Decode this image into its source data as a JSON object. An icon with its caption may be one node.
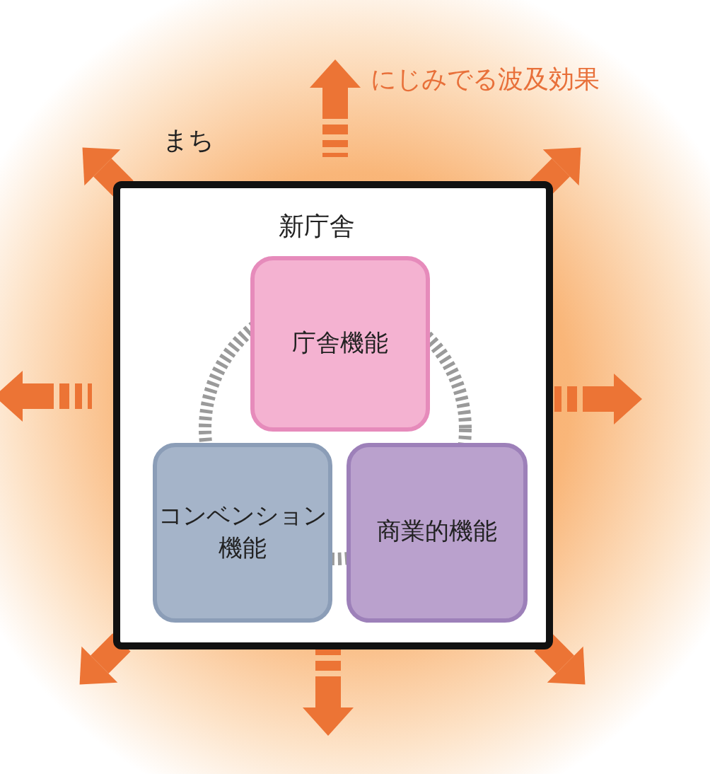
{
  "diagram": {
    "nodes": [
      {
        "text": [
          "まち"
        ]
      },
      {
        "text": [
          "庁舎機能"
        ],
        "in": 0
      },
      {
        "text": [
          "コンベンション機能"
        ],
        "in": 0
      },
      {
        "text": [
          "商業的機能"
        ],
        "in": 0
      }
    ],
    "labels": [
      "にじみでる波及効果",
      "新庁舎"
    ]
  }
}
